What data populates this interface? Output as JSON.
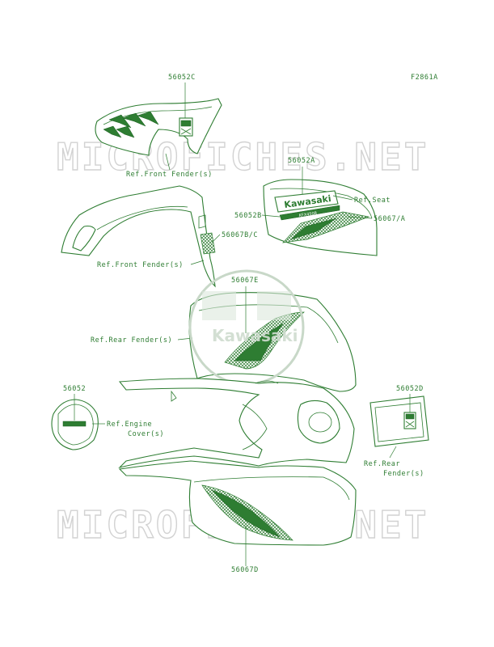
{
  "figure_code": "F2861A",
  "watermark": {
    "text": "MICROFICHES.NET",
    "logo_text": "Kawasaki"
  },
  "decal_text": {
    "kawasaki": "Kawasaki",
    "model": "KFX450R"
  },
  "labels": {
    "p56052C": "56052C",
    "ref_front_fender_1": "Ref.Front Fender(s)",
    "p56052A": "56052A",
    "ref_seat": "Ref.Seat",
    "p56052B": "56052B",
    "p56067A": "56067/A",
    "p56067BC": "56067B/C",
    "ref_front_fender_2": "Ref.Front Fender(s)",
    "p56067E": "56067E",
    "ref_rear_fender_1": "Ref.Rear Fender(s)",
    "p56052": "56052",
    "ref_engine_line1": "Ref.Engine",
    "ref_engine_line2": "Cover(s)",
    "p56052D": "56052D",
    "ref_rear_fender_2_line1": "Ref.Rear",
    "ref_rear_fender_2_line2": "Fender(s)",
    "p56067D": "56067D"
  },
  "colors": {
    "line": "#2e7d32",
    "watermark": "#d2d2d2"
  }
}
